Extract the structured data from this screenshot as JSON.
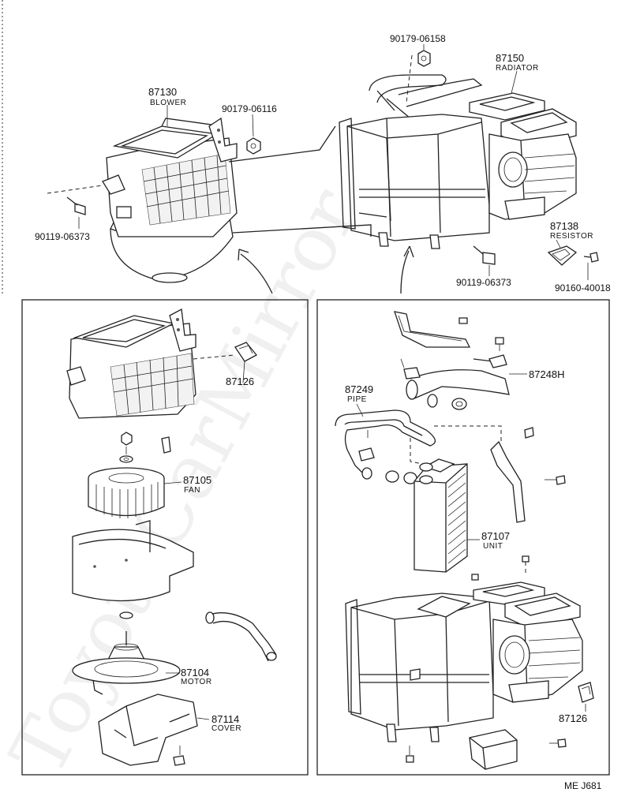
{
  "diagram": {
    "code": "ME J681",
    "watermark": "ToyotaCarMirror",
    "parts": {
      "blower": {
        "number": "87130",
        "name": "BLOWER"
      },
      "nut_upper": {
        "number": "90179-06158"
      },
      "nut_blower": {
        "number": "90179-06116"
      },
      "radiator": {
        "number": "87150",
        "name": "RADIATOR"
      },
      "screw_left": {
        "number": "90119-06373"
      },
      "resistor": {
        "number": "87138",
        "name": "RESISTOR"
      },
      "screw_mid": {
        "number": "90119-06373"
      },
      "screw_small": {
        "number": "90160-40018"
      },
      "clip_left": {
        "number": "87126"
      },
      "fan": {
        "number": "87105",
        "name": "FAN"
      },
      "motor": {
        "number": "87104",
        "name": "MOTOR"
      },
      "cover": {
        "number": "87114",
        "name": "COVER"
      },
      "hose_h": {
        "number": "87248H"
      },
      "pipe": {
        "number": "87249",
        "name": "PIPE"
      },
      "unit": {
        "number": "87107",
        "name": "UNIT"
      },
      "clip_right": {
        "number": "87126"
      }
    }
  }
}
